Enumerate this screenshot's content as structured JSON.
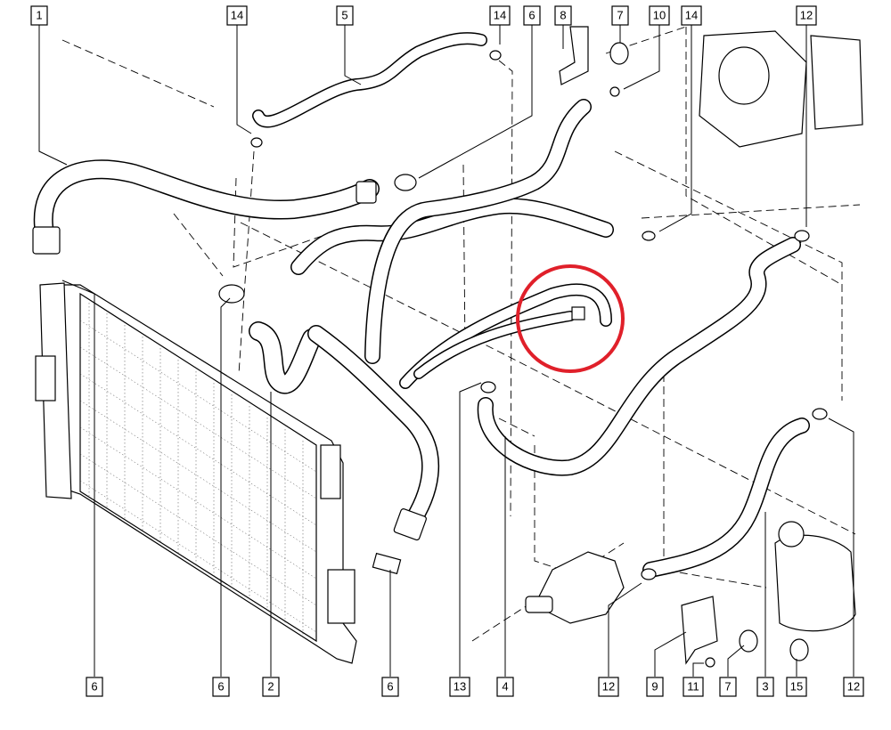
{
  "callouts": [
    {
      "id": "c1",
      "label": "1"
    },
    {
      "id": "c14a",
      "label": "14"
    },
    {
      "id": "c5",
      "label": "5"
    },
    {
      "id": "c14b",
      "label": "14"
    },
    {
      "id": "c6a",
      "label": "6"
    },
    {
      "id": "c8",
      "label": "8"
    },
    {
      "id": "c7a",
      "label": "7"
    },
    {
      "id": "c10",
      "label": "10"
    },
    {
      "id": "c14c",
      "label": "14"
    },
    {
      "id": "c12a",
      "label": "12"
    },
    {
      "id": "c6b",
      "label": "6"
    },
    {
      "id": "c6c",
      "label": "6"
    },
    {
      "id": "c2",
      "label": "2"
    },
    {
      "id": "c6d",
      "label": "6"
    },
    {
      "id": "c13",
      "label": "13"
    },
    {
      "id": "c4",
      "label": "4"
    },
    {
      "id": "c12b",
      "label": "12"
    },
    {
      "id": "c9",
      "label": "9"
    },
    {
      "id": "c11",
      "label": "11"
    },
    {
      "id": "c7b",
      "label": "7"
    },
    {
      "id": "c3",
      "label": "3"
    },
    {
      "id": "c15",
      "label": "15"
    },
    {
      "id": "c12c",
      "label": "12"
    }
  ],
  "highlight": {
    "color": "#e0202a",
    "shape": "circle"
  },
  "colors": {
    "line": "#000000",
    "background": "#ffffff"
  }
}
